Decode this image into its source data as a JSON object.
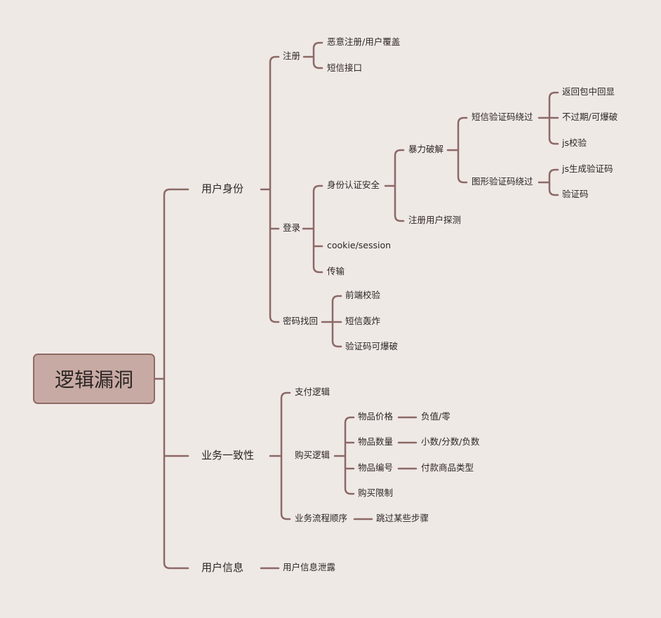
{
  "root": "逻辑漏洞",
  "colors": {
    "background": "#efe9e6",
    "root_fill": "#c7aaa4",
    "root_border": "#8f6a64",
    "line": "#8b6965",
    "text": "#2c2524"
  },
  "nodes": {
    "user_identity": "用户身份",
    "register": "注册",
    "register_malicious": "恶意注册/用户覆盖",
    "register_sms_api": "短信接口",
    "login": "登录",
    "auth_security": "身份认证安全",
    "brute_force": "暴力破解",
    "sms_code_bypass": "短信验证码绕过",
    "return_echo": "返回包中回显",
    "no_expire": "不过期/可爆破",
    "js_check": "js校验",
    "img_code_bypass": "图形验证码绕过",
    "js_gen_code": "js生成验证码",
    "verify_code": "验证码",
    "reg_user_probe": "注册用户探测",
    "cookie_session": "cookie/session",
    "transmission": "传输",
    "pwd_recover": "密码找回",
    "frontend_check": "前端校验",
    "sms_bomb": "短信轰炸",
    "code_brute": "验证码可爆破",
    "business": "业务一致性",
    "pay_logic": "支付逻辑",
    "buy_logic": "购买逻辑",
    "item_price": "物品价格",
    "neg_zero": "负值/零",
    "item_qty": "物品数量",
    "decimal_frac_neg": "小数/分数/负数",
    "item_id": "物品编号",
    "pay_item_type": "付款商品类型",
    "buy_limit": "购买限制",
    "flow_order": "业务流程顺序",
    "skip_steps": "跳过某些步骤",
    "user_info": "用户信息",
    "info_leak": "用户信息泄露"
  }
}
